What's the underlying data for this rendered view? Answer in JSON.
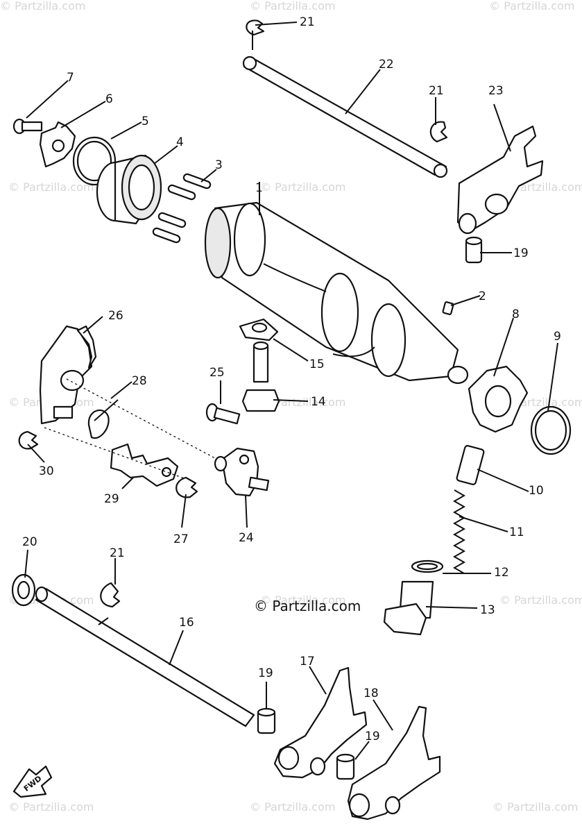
{
  "copyright": "© Partzilla.com",
  "watermark": "© Partzilla.com",
  "fwd_label": "FWD",
  "callouts": [
    "1",
    "2",
    "3",
    "4",
    "5",
    "6",
    "7",
    "8",
    "9",
    "10",
    "11",
    "12",
    "13",
    "14",
    "15",
    "16",
    "17",
    "18",
    "19",
    "19",
    "19",
    "20",
    "21",
    "21",
    "21",
    "22",
    "23",
    "24",
    "25",
    "26",
    "27",
    "28",
    "29",
    "30"
  ]
}
